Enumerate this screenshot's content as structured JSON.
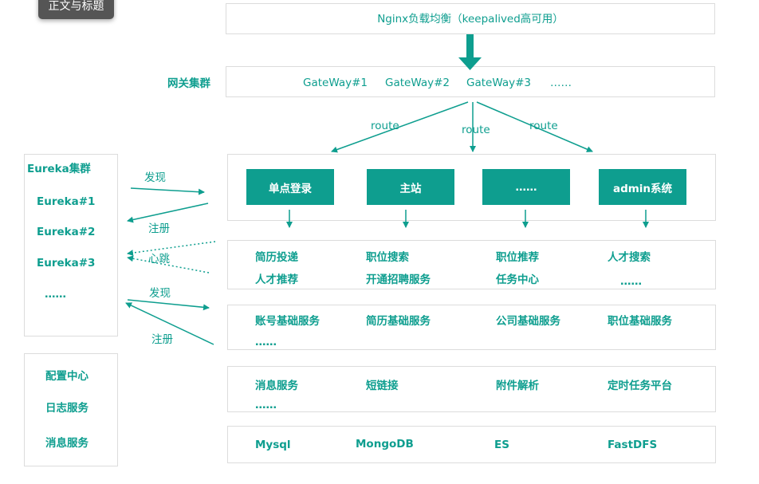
{
  "tooltip": "正文与标题",
  "nginx": "Nginx负载均衡（keepalived高可用）",
  "gateway": {
    "label": "网关集群",
    "items": [
      "GateWay#1",
      "GateWay#2",
      "GateWay#3",
      "……"
    ]
  },
  "route_label": "route",
  "eureka": {
    "title": "Eureka集群",
    "items": [
      "Eureka#1",
      "Eureka#2",
      "Eureka#3",
      "……"
    ]
  },
  "arrows": {
    "discover": "发现",
    "register": "注册",
    "heartbeat": "心跳"
  },
  "services": [
    "单点登录",
    "主站",
    "……",
    "admin系统"
  ],
  "business_layer": {
    "row1": [
      "简历投递",
      "职位搜索",
      "职位推荐",
      "人才搜索"
    ],
    "row2": [
      "人才推荐",
      "开通招聘服务",
      "任务中心",
      "……"
    ]
  },
  "base_layer": {
    "row1": [
      "账号基础服务",
      "简历基础服务",
      "公司基础服务",
      "职位基础服务"
    ],
    "more": "……"
  },
  "common_layer": {
    "row1": [
      "消息服务",
      "短链接",
      "附件解析",
      "定时任务平台"
    ],
    "more": "……"
  },
  "storage_layer": [
    "Mysql",
    "MongoDB",
    "ES",
    "FastDFS"
  ],
  "support": [
    "配置中心",
    "日志服务",
    "消息服务"
  ],
  "colors": {
    "accent": "#0e9e8f",
    "border": "#dcdcdc"
  }
}
